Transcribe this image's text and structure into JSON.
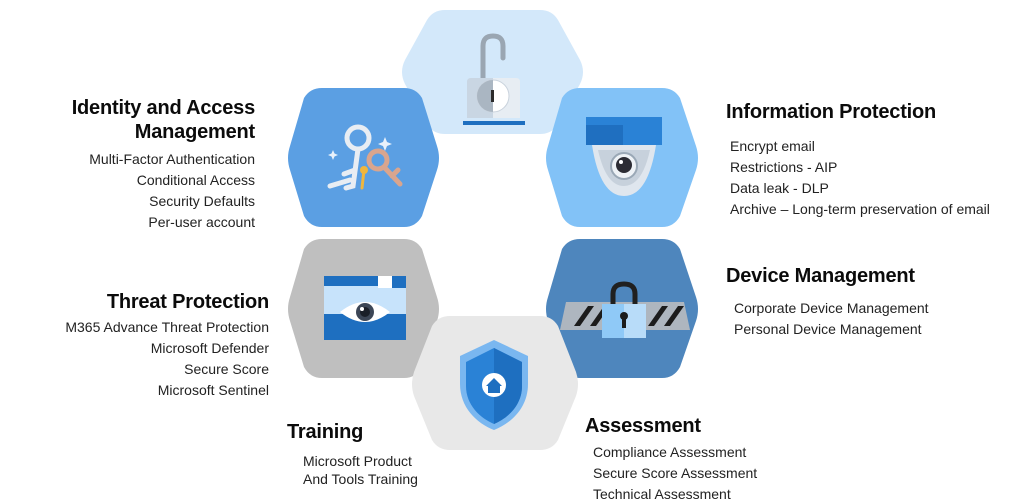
{
  "colors": {
    "identity_hex": "#5b9fe3",
    "info_hex": "#82c2f7",
    "lock_hex": "#d3e8fa",
    "device_hex": "#4e86bd",
    "threat_hex": "#bfbfbf",
    "assessment_hex": "#e8e8e8"
  },
  "identity": {
    "title_line1": "Identity and Access",
    "title_line2": "Management",
    "items": [
      "Multi-Factor Authentication",
      "Conditional Access",
      "Security Defaults",
      "Per-user account"
    ]
  },
  "information": {
    "title": "Information Protection",
    "items": [
      "Encrypt email",
      "Restrictions - AIP",
      "Data leak - DLP",
      "Archive – Long-term preservation of email"
    ]
  },
  "threat": {
    "title": "Threat Protection",
    "items": [
      "M365 Advance Threat Protection",
      "Microsoft Defender",
      "Secure Score",
      "Microsoft Sentinel"
    ]
  },
  "device": {
    "title": "Device Management",
    "items": [
      "Corporate Device Management",
      "Personal Device Management"
    ]
  },
  "training": {
    "title": "Training",
    "items": [
      "Microsoft Product",
      "And Tools Training"
    ]
  },
  "assessment": {
    "title": "Assessment",
    "items": [
      "Compliance Assessment",
      "Secure Score Assessment",
      "Technical Assessment"
    ]
  }
}
